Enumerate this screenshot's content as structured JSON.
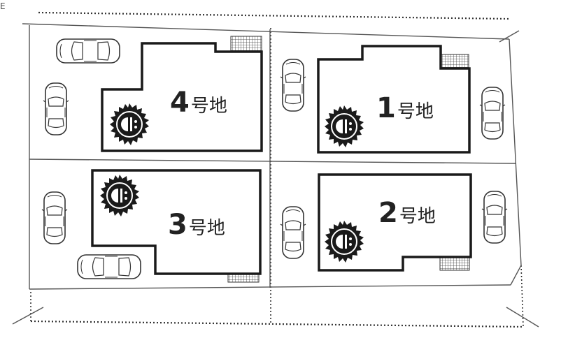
{
  "corner_mark": "E",
  "lots": [
    {
      "number": "4",
      "suffix": "号地"
    },
    {
      "number": "1",
      "suffix": "号地"
    },
    {
      "number": "3",
      "suffix": "号地"
    },
    {
      "number": "2",
      "suffix": "号地"
    }
  ],
  "colors": {
    "line": "#555555",
    "house_outline": "#1a1a1a",
    "dotted_road": "#333333",
    "tile": "#333333",
    "text": "#222222"
  }
}
